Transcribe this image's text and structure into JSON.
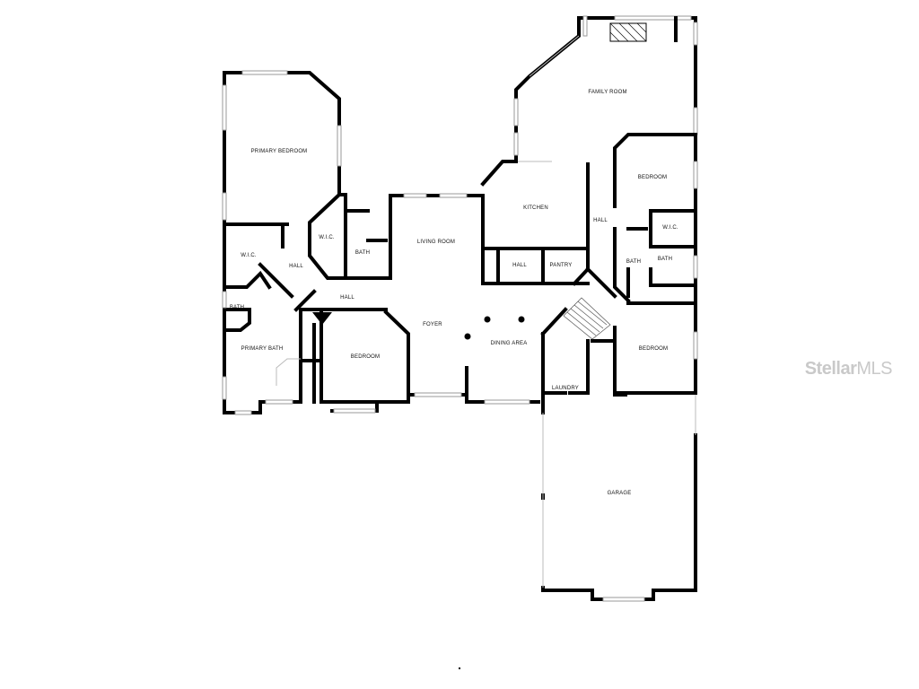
{
  "watermark": {
    "brand_bold": "Stellar",
    "brand_light": "MLS"
  },
  "rooms": {
    "primary_bedroom": "PRIMARY BEDROOM",
    "wic_left": "W.I.C.",
    "wic_mid": "W.I.C.",
    "hall_left": "HALL",
    "bath_left": "BATH",
    "bath_mid": "BATH",
    "primary_bath": "PRIMARY BATH",
    "hall_lower": "HALL",
    "bedroom_front": "BEDROOM",
    "living_room": "LIVING ROOM",
    "foyer": "FOYER",
    "dining_area": "DINING AREA",
    "kitchen": "KITCHEN",
    "hall_kitchen": "HALL",
    "pantry": "PANTRY",
    "family_room": "FAMILY ROOM",
    "hall_right": "HALL",
    "bedroom_right_top": "BEDROOM",
    "wic_right": "W.I.C.",
    "bath_right_1": "BATH",
    "bath_right_2": "BATH",
    "bedroom_right_bottom": "BEDROOM",
    "laundry": "LAUNDRY",
    "garage": "GARAGE"
  }
}
